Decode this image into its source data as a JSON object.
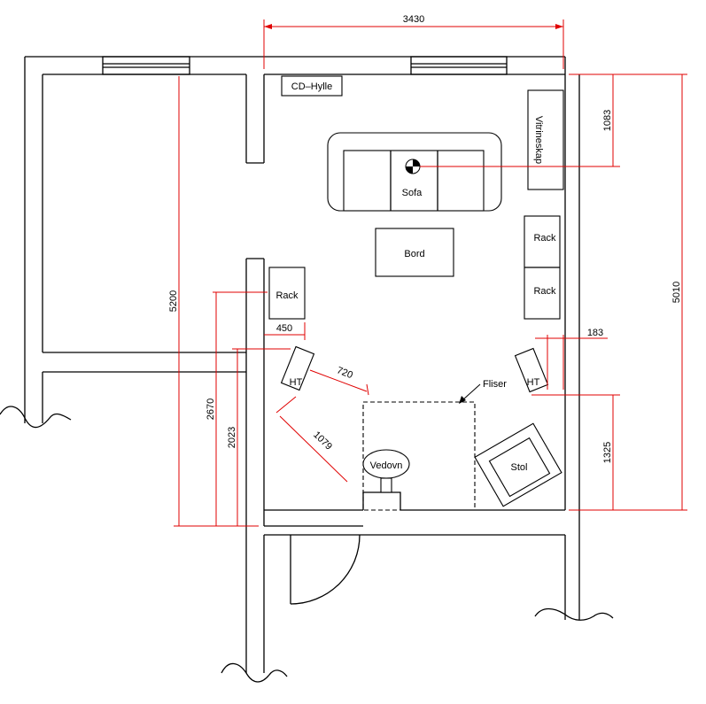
{
  "labels": {
    "cd_shelf": "CD–Hylle",
    "sofa": "Sofa",
    "display_cabinet": "Vitrineskap",
    "table": "Bord",
    "rack_top": "Rack",
    "rack_bottom": "Rack",
    "rack_left": "Rack",
    "speaker_left": "HT",
    "speaker_right": "HT",
    "tiles": "Fliser",
    "stove": "Vedovn",
    "chair": "Stol"
  },
  "dimensions": {
    "room_width": "3430",
    "left_height": "5200",
    "right_height": "5010",
    "top_right": "1083",
    "right_offset": "183",
    "right_lower": "1325",
    "left_outer": "2670",
    "left_inner": "2023",
    "rack_width": "450",
    "speaker_gap": "720",
    "speaker_to_stove": "1079"
  },
  "colors": {
    "dimension": "#e00000",
    "line": "#000000"
  }
}
